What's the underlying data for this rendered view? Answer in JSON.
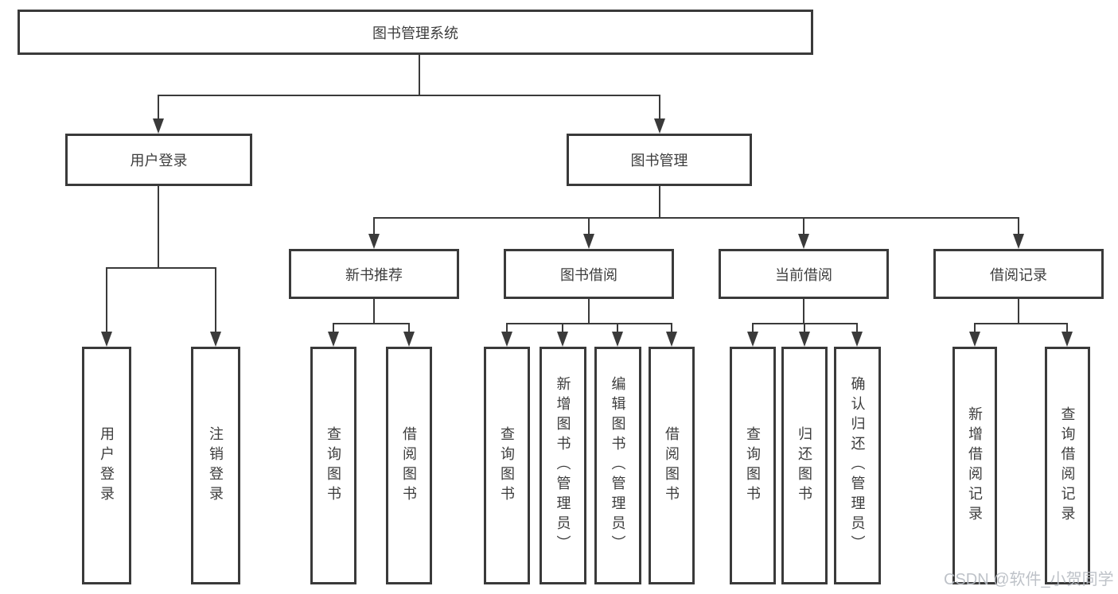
{
  "diagram": {
    "root": "图书管理系统",
    "level2": [
      "用户登录",
      "图书管理"
    ],
    "login_children": [
      "用户登录",
      "注销登录"
    ],
    "level3": [
      "新书推荐",
      "图书借阅",
      "当前借阅",
      "借阅记录"
    ],
    "recommend_children": [
      "查询图书",
      "借阅图书"
    ],
    "borrow_children": [
      "查询图书",
      "新增图书（管理员）",
      "编辑图书（管理员）",
      "借阅图书"
    ],
    "current_children": [
      "查询图书",
      "归还图书",
      "确认归还（管理员）"
    ],
    "record_children": [
      "新增借阅记录",
      "查询借阅记录"
    ]
  },
  "watermark": "CSDN @软件_小贺同学",
  "colors": {
    "line": "#3a3a3a",
    "text": "#3d3d3d",
    "watermark": "#b7bcc3",
    "background": "#ffffff"
  }
}
